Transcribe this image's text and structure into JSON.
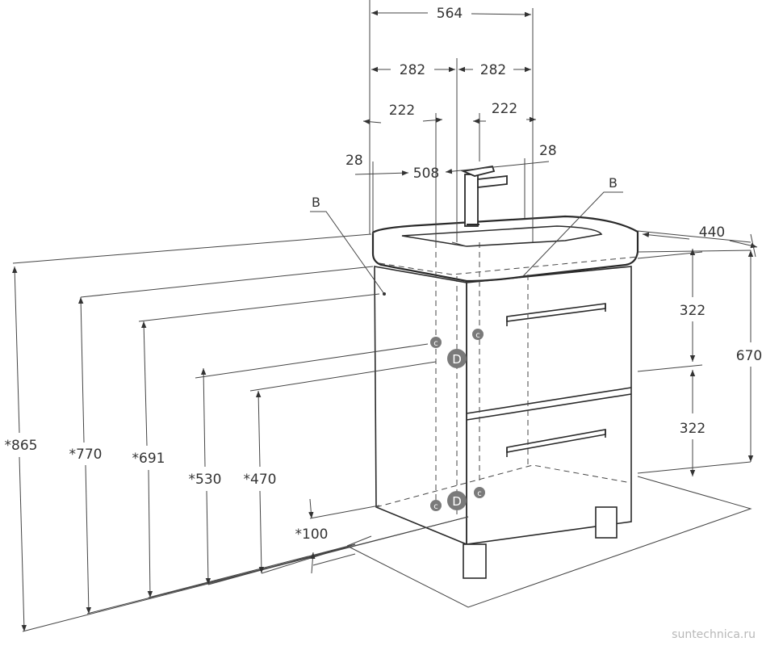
{
  "dimensions": {
    "total_width": "564",
    "half_left": "282",
    "half_right": "282",
    "offset_left": "222",
    "offset_right": "222",
    "inner_width": "508",
    "rim_left": "28",
    "rim_right": "28",
    "depth": "440",
    "drawer_top": "322",
    "drawer_bottom": "322",
    "cabinet_height": "670",
    "height_865": "*865",
    "height_770": "*770",
    "height_691": "*691",
    "height_530": "*530",
    "height_470": "*470",
    "leg_height": "*100"
  },
  "labels": {
    "b_left": "B",
    "b_right": "B"
  },
  "markers": {
    "cold": "c",
    "drain": "D"
  },
  "colors": {
    "line": "#2a2a2a",
    "marker_fill": "#7a7a7a",
    "text": "#333333"
  },
  "watermark": "suntechnica.ru"
}
